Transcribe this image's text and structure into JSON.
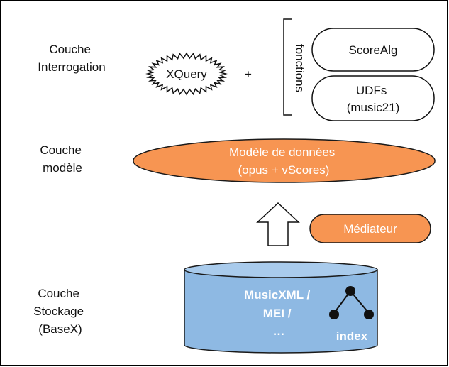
{
  "layers": {
    "interrogation": [
      "Couche",
      "Interrogation"
    ],
    "modele": [
      "Couche",
      "modèle"
    ],
    "stockage": [
      "Couche",
      "Stockage",
      "(BaseX)"
    ]
  },
  "query": {
    "xquery_label": "XQuery",
    "plus": "+",
    "fonctions_label": "fonctions",
    "scorealg_label": "ScoreAlg",
    "udfs_label": [
      "UDFs",
      "(music21)"
    ]
  },
  "model": {
    "label": [
      "Modèle de données",
      "(opus + vScores)"
    ]
  },
  "mediator": {
    "label": "Médiateur"
  },
  "storage": {
    "formats": [
      "MusicXML /",
      "MEI /",
      "…"
    ],
    "index_label": "index"
  },
  "colors": {
    "orange": "#f79552",
    "orange_stroke": "#1a1a1a",
    "cylinder": "#8eb9e3",
    "cylinder_top": "#a9cbec"
  }
}
